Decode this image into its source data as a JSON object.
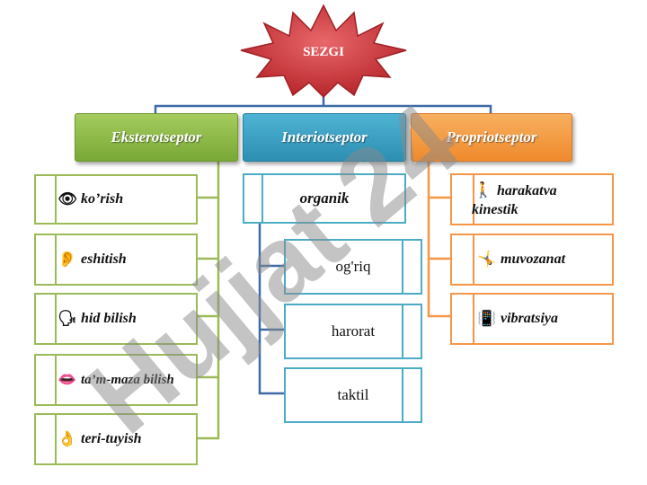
{
  "root": {
    "label": "SEZGI"
  },
  "categories": [
    {
      "label": "Eksterotseptor",
      "color": "#9bbb59"
    },
    {
      "label": "Interiotseptor",
      "color": "#4bacc6"
    },
    {
      "label": "Propriotseptor",
      "color": "#f79646"
    }
  ],
  "ekstero_items": [
    {
      "label": "ko’rish",
      "icon": "eye-icon",
      "glyph": "👁"
    },
    {
      "label": "eshitish",
      "icon": "ear-icon",
      "glyph": "👂"
    },
    {
      "label": "hid bilish",
      "icon": "nose-icon",
      "glyph": "🗣"
    },
    {
      "label": "ta’m-maza bilish",
      "icon": "lips-icon",
      "glyph": "👄"
    },
    {
      "label": "teri-tuyish",
      "icon": "hand-icon",
      "glyph": "👌"
    }
  ],
  "interio_items": [
    {
      "label": "organik"
    },
    {
      "label": "og'riq"
    },
    {
      "label": "harorat"
    },
    {
      "label": "taktil"
    }
  ],
  "proprio_items": [
    {
      "label": "harakatva",
      "label2": "kinestik",
      "icon": "figure-icon",
      "glyph": "🚶"
    },
    {
      "label": "muvozanat",
      "icon": "balance-icon",
      "glyph": "🤸"
    },
    {
      "label": "vibratsiya",
      "icon": "vibration-icon",
      "glyph": "📳"
    }
  ],
  "watermark": "Hujjat 24"
}
